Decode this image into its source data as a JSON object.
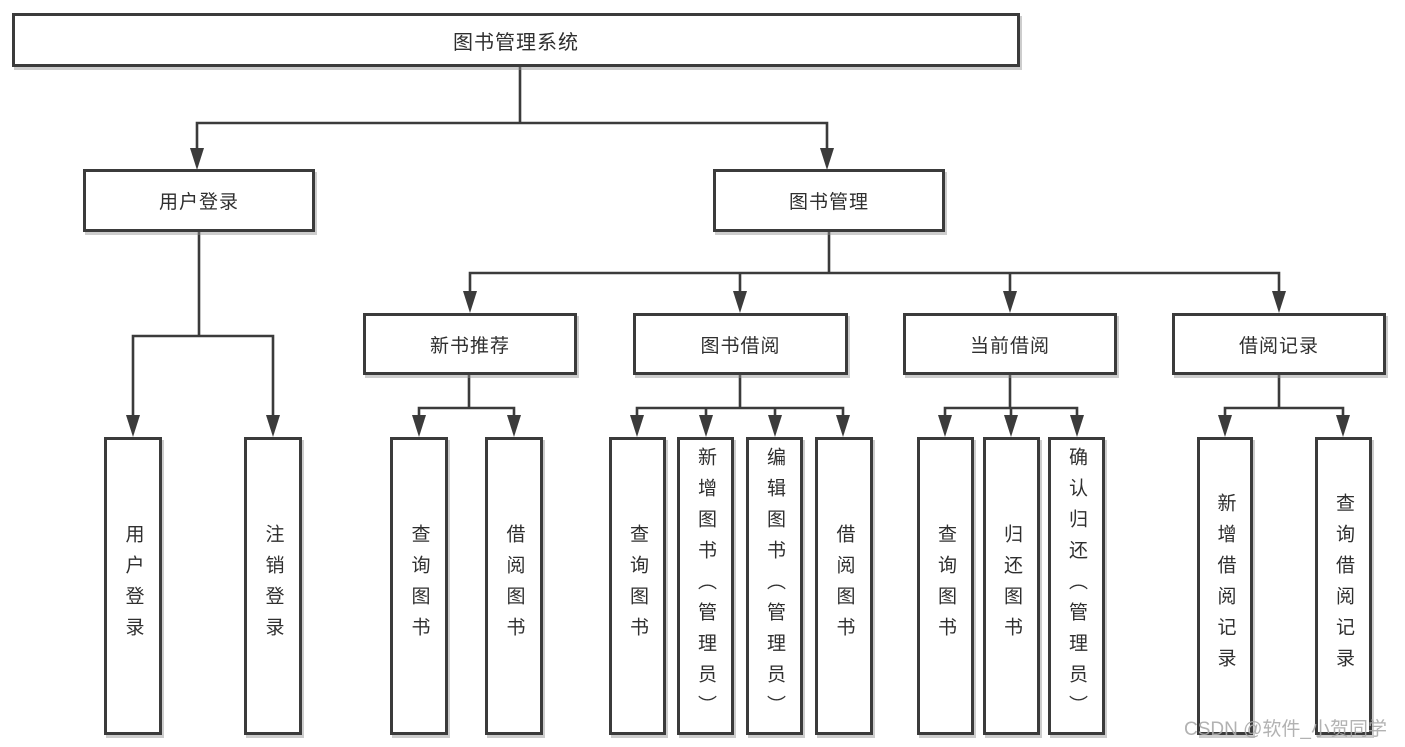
{
  "diagram": {
    "type": "tree",
    "nodes": {
      "root": {
        "label": "图书管理系统"
      },
      "user_login": {
        "label": "用户登录",
        "children": [
          {
            "label": "用户登录"
          },
          {
            "label": "注销登录"
          }
        ]
      },
      "book_mgmt": {
        "label": "图书管理",
        "children": [
          {
            "label": "新书推荐",
            "children": [
              {
                "label": "查询图书"
              },
              {
                "label": "借阅图书"
              }
            ]
          },
          {
            "label": "图书借阅",
            "children": [
              {
                "label": "查询图书"
              },
              {
                "label": "新增图书（管理员）"
              },
              {
                "label": "编辑图书（管理员）"
              },
              {
                "label": "借阅图书"
              }
            ]
          },
          {
            "label": "当前借阅",
            "children": [
              {
                "label": "查询图书"
              },
              {
                "label": "归还图书"
              },
              {
                "label": "确认归还（管理员）"
              }
            ]
          },
          {
            "label": "借阅记录",
            "children": [
              {
                "label": "新增借阅记录"
              },
              {
                "label": "查询借阅记录"
              }
            ]
          }
        ]
      }
    },
    "colors": {
      "line": "#3b3b3b",
      "text": "#2f2f2f",
      "box_background": "#ffffff",
      "watermark": "#aaaaaa"
    }
  },
  "watermark": "CSDN @软件_小贺同学"
}
